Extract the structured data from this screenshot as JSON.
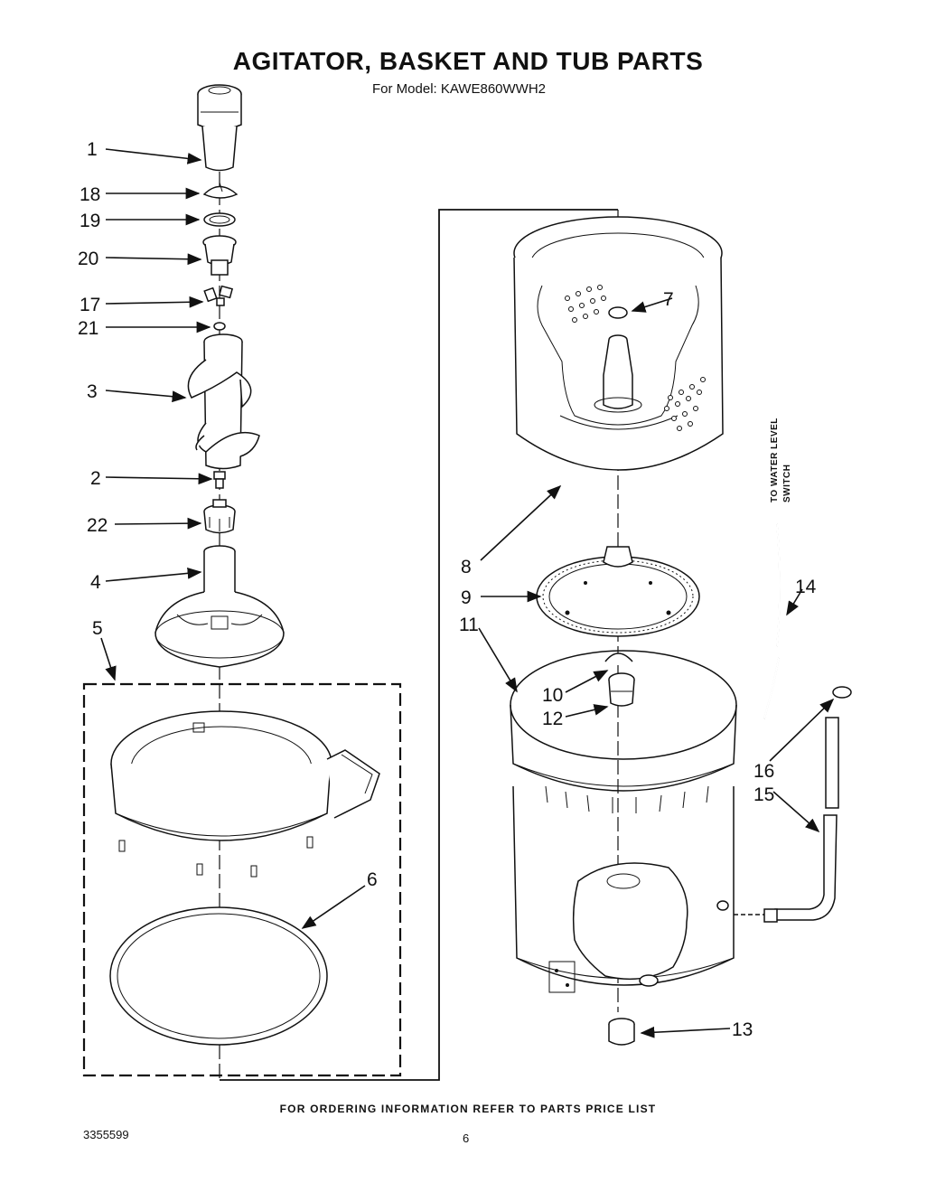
{
  "header": {
    "title": "AGITATOR, BASKET AND TUB PARTS",
    "subtitle": "For Model: KAWE860WWH2"
  },
  "callouts": [
    "1",
    "18",
    "19",
    "20",
    "17",
    "21",
    "3",
    "2",
    "22",
    "4",
    "5",
    "6",
    "7",
    "8",
    "9",
    "11",
    "10",
    "12",
    "14",
    "16",
    "15",
    "13"
  ],
  "side_note": [
    "TO WATER LEVEL",
    "SWITCH"
  ],
  "footer": {
    "ordering_note": "FOR ORDERING INFORMATION REFER TO PARTS PRICE LIST",
    "doc_number": "3355599",
    "page_number": "6"
  }
}
